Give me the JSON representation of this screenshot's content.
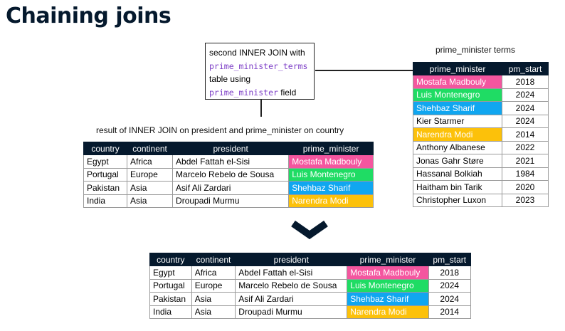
{
  "title": "Chaining joins",
  "callout": {
    "line1": "second INNER JOIN with",
    "code1": "prime_minister_terms",
    "line3": "table using",
    "code2": "prime_minister",
    "line4": " field"
  },
  "pm_terms": {
    "caption": "prime_minister terms",
    "headers": [
      "prime_minister",
      "pm_start"
    ],
    "rows": [
      {
        "pm": "Mostafa Madbouly",
        "start": "2018",
        "color": "#f4569f"
      },
      {
        "pm": "Luis Montenegro",
        "start": "2024",
        "color": "#1fdc64"
      },
      {
        "pm": "Shehbaz Sharif",
        "start": "2024",
        "color": "#10a6f0"
      },
      {
        "pm": "Kier Starmer",
        "start": "2024",
        "color": ""
      },
      {
        "pm": "Narendra Modi",
        "start": "2014",
        "color": "#fcc10a"
      },
      {
        "pm": "Anthony Albanese",
        "start": "2022",
        "color": ""
      },
      {
        "pm": "Jonas Gahr Støre",
        "start": "2021",
        "color": ""
      },
      {
        "pm": "Hassanal Bolkiah",
        "start": "1984",
        "color": ""
      },
      {
        "pm": "Haitham bin Tarik",
        "start": "2020",
        "color": ""
      },
      {
        "pm": "Christopher Luxon",
        "start": "2023",
        "color": ""
      }
    ]
  },
  "first_join": {
    "caption": "result of INNER JOIN on president and prime_minister on country",
    "headers": [
      "country",
      "continent",
      "president",
      "prime_minister"
    ],
    "rows": [
      {
        "country": "Egypt",
        "continent": "Africa",
        "president": "Abdel Fattah el-Sisi",
        "pm": "Mostafa Madbouly",
        "color": "#f4569f"
      },
      {
        "country": "Portugal",
        "continent": "Europe",
        "president": "Marcelo Rebelo de Sousa",
        "pm": "Luis Montenegro",
        "color": "#1fdc64"
      },
      {
        "country": "Pakistan",
        "continent": "Asia",
        "president": "Asif Ali Zardari",
        "pm": "Shehbaz Sharif",
        "color": "#10a6f0"
      },
      {
        "country": "India",
        "continent": "Asia",
        "president": "Droupadi Murmu",
        "pm": "Narendra Modi",
        "color": "#fcc10a"
      }
    ]
  },
  "final_join": {
    "headers": [
      "country",
      "continent",
      "president",
      "prime_minister",
      "pm_start"
    ],
    "rows": [
      {
        "country": "Egypt",
        "continent": "Africa",
        "president": "Abdel Fattah el-Sisi",
        "pm": "Mostafa Madbouly",
        "start": "2018",
        "color": "#f4569f"
      },
      {
        "country": "Portugal",
        "continent": "Europe",
        "president": "Marcelo Rebelo de Sousa",
        "pm": "Luis Montenegro",
        "start": "2024",
        "color": "#1fdc64"
      },
      {
        "country": "Pakistan",
        "continent": "Asia",
        "president": "Asif Ali Zardari",
        "pm": "Shehbaz Sharif",
        "start": "2024",
        "color": "#10a6f0"
      },
      {
        "country": "India",
        "continent": "Asia",
        "president": "Droupadi Murmu",
        "pm": "Narendra Modi",
        "start": "2014",
        "color": "#fcc10a"
      }
    ]
  },
  "colors": {
    "header_bg": "#05192d",
    "code": "#7d3fc7"
  },
  "arrow_icon": "chevron-down-icon"
}
